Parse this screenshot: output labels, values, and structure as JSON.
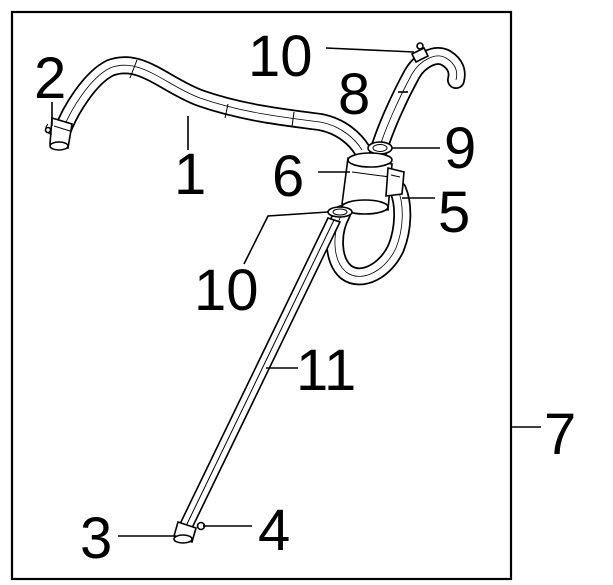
{
  "callouts": {
    "c1": "1",
    "c2": "2",
    "c3": "3",
    "c4": "4",
    "c5": "5",
    "c6": "6",
    "c7": "7",
    "c8": "8",
    "c9": "9",
    "c10_top": "10",
    "c10_mid": "10",
    "c11": "11"
  }
}
